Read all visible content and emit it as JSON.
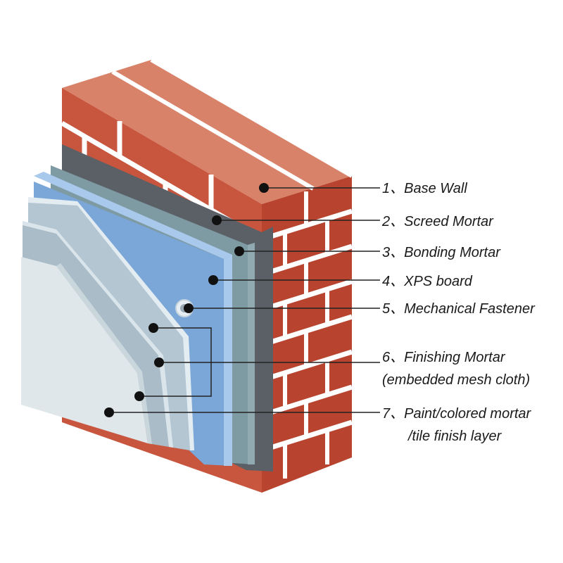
{
  "diagram": {
    "labels": [
      {
        "id": "base-wall",
        "lines": [
          "1、Base Wall"
        ]
      },
      {
        "id": "screed-mortar",
        "lines": [
          "2、Screed Mortar"
        ]
      },
      {
        "id": "bonding-mortar",
        "lines": [
          "3、Bonding Mortar"
        ]
      },
      {
        "id": "xps-board",
        "lines": [
          "4、XPS board"
        ]
      },
      {
        "id": "mechanical-fastener",
        "lines": [
          "5、Mechanical Fastener"
        ]
      },
      {
        "id": "finishing-mortar",
        "lines": [
          "6、Finishing Mortar",
          "(embedded mesh cloth)"
        ]
      },
      {
        "id": "finish-layer",
        "lines": [
          "7、Paint/colored mortar",
          "/tile finish layer"
        ]
      }
    ],
    "colors": {
      "brick_front": "#c8553d",
      "brick_top": "#d9826a",
      "brick_side": "#b8442f",
      "mortar_joint": "#ffffff",
      "screed_mortar": "#5a6066",
      "bonding_mortar": "#7e9aa3",
      "xps_board": "#7aa6d8",
      "xps_edge": "#a9c9ec",
      "finishing_mortar": "#b3c6d2",
      "finish_layer": "#dfe7ea",
      "leader_line": "#222222",
      "marker_dot": "#111111"
    }
  }
}
